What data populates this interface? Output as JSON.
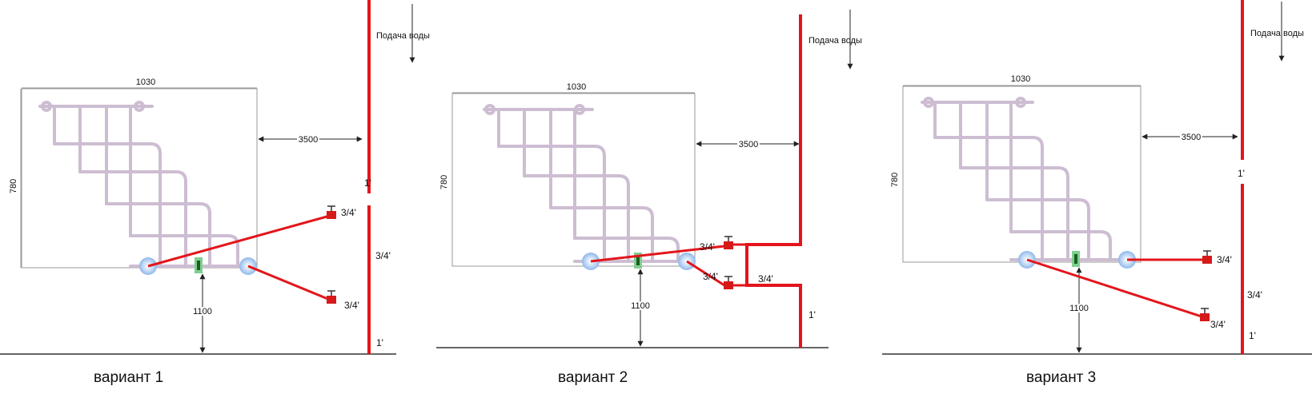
{
  "colors": {
    "pipe": "#e3151b",
    "rail": "#cdbdd2",
    "dimension": "#222222",
    "connector_glow": "#a9c9f0",
    "bracket": "#7fcf8f",
    "valve": "#d61a1a"
  },
  "icons": [
    "valve-icon",
    "arrow-down-icon",
    "connector-icon",
    "bracket-icon"
  ],
  "variants": [
    {
      "caption": "вариант 1",
      "width_label": "1030",
      "height_label": "780",
      "distance_label": "3500",
      "floor_label": "1100",
      "supply_label": "Подача воды",
      "riser_labels": [
        "1'",
        "3/4'",
        "1'"
      ],
      "branch_labels": [
        "3/4'",
        "3/4'"
      ]
    },
    {
      "caption": "вариант 2",
      "width_label": "1030",
      "height_label": "780",
      "distance_label": "3500",
      "floor_label": "1100",
      "supply_label": "Подача воды",
      "riser_labels": [
        "1'"
      ],
      "branch_labels": [
        "3/4'",
        "3/4'",
        "3/4'"
      ]
    },
    {
      "caption": "вариант 3",
      "width_label": "1030",
      "height_label": "780",
      "distance_label": "3500",
      "floor_label": "1100",
      "supply_label": "Подача воды",
      "riser_labels": [
        "1'",
        "3/4'",
        "1'"
      ],
      "branch_labels": [
        "3/4'",
        "3/4'"
      ]
    }
  ]
}
